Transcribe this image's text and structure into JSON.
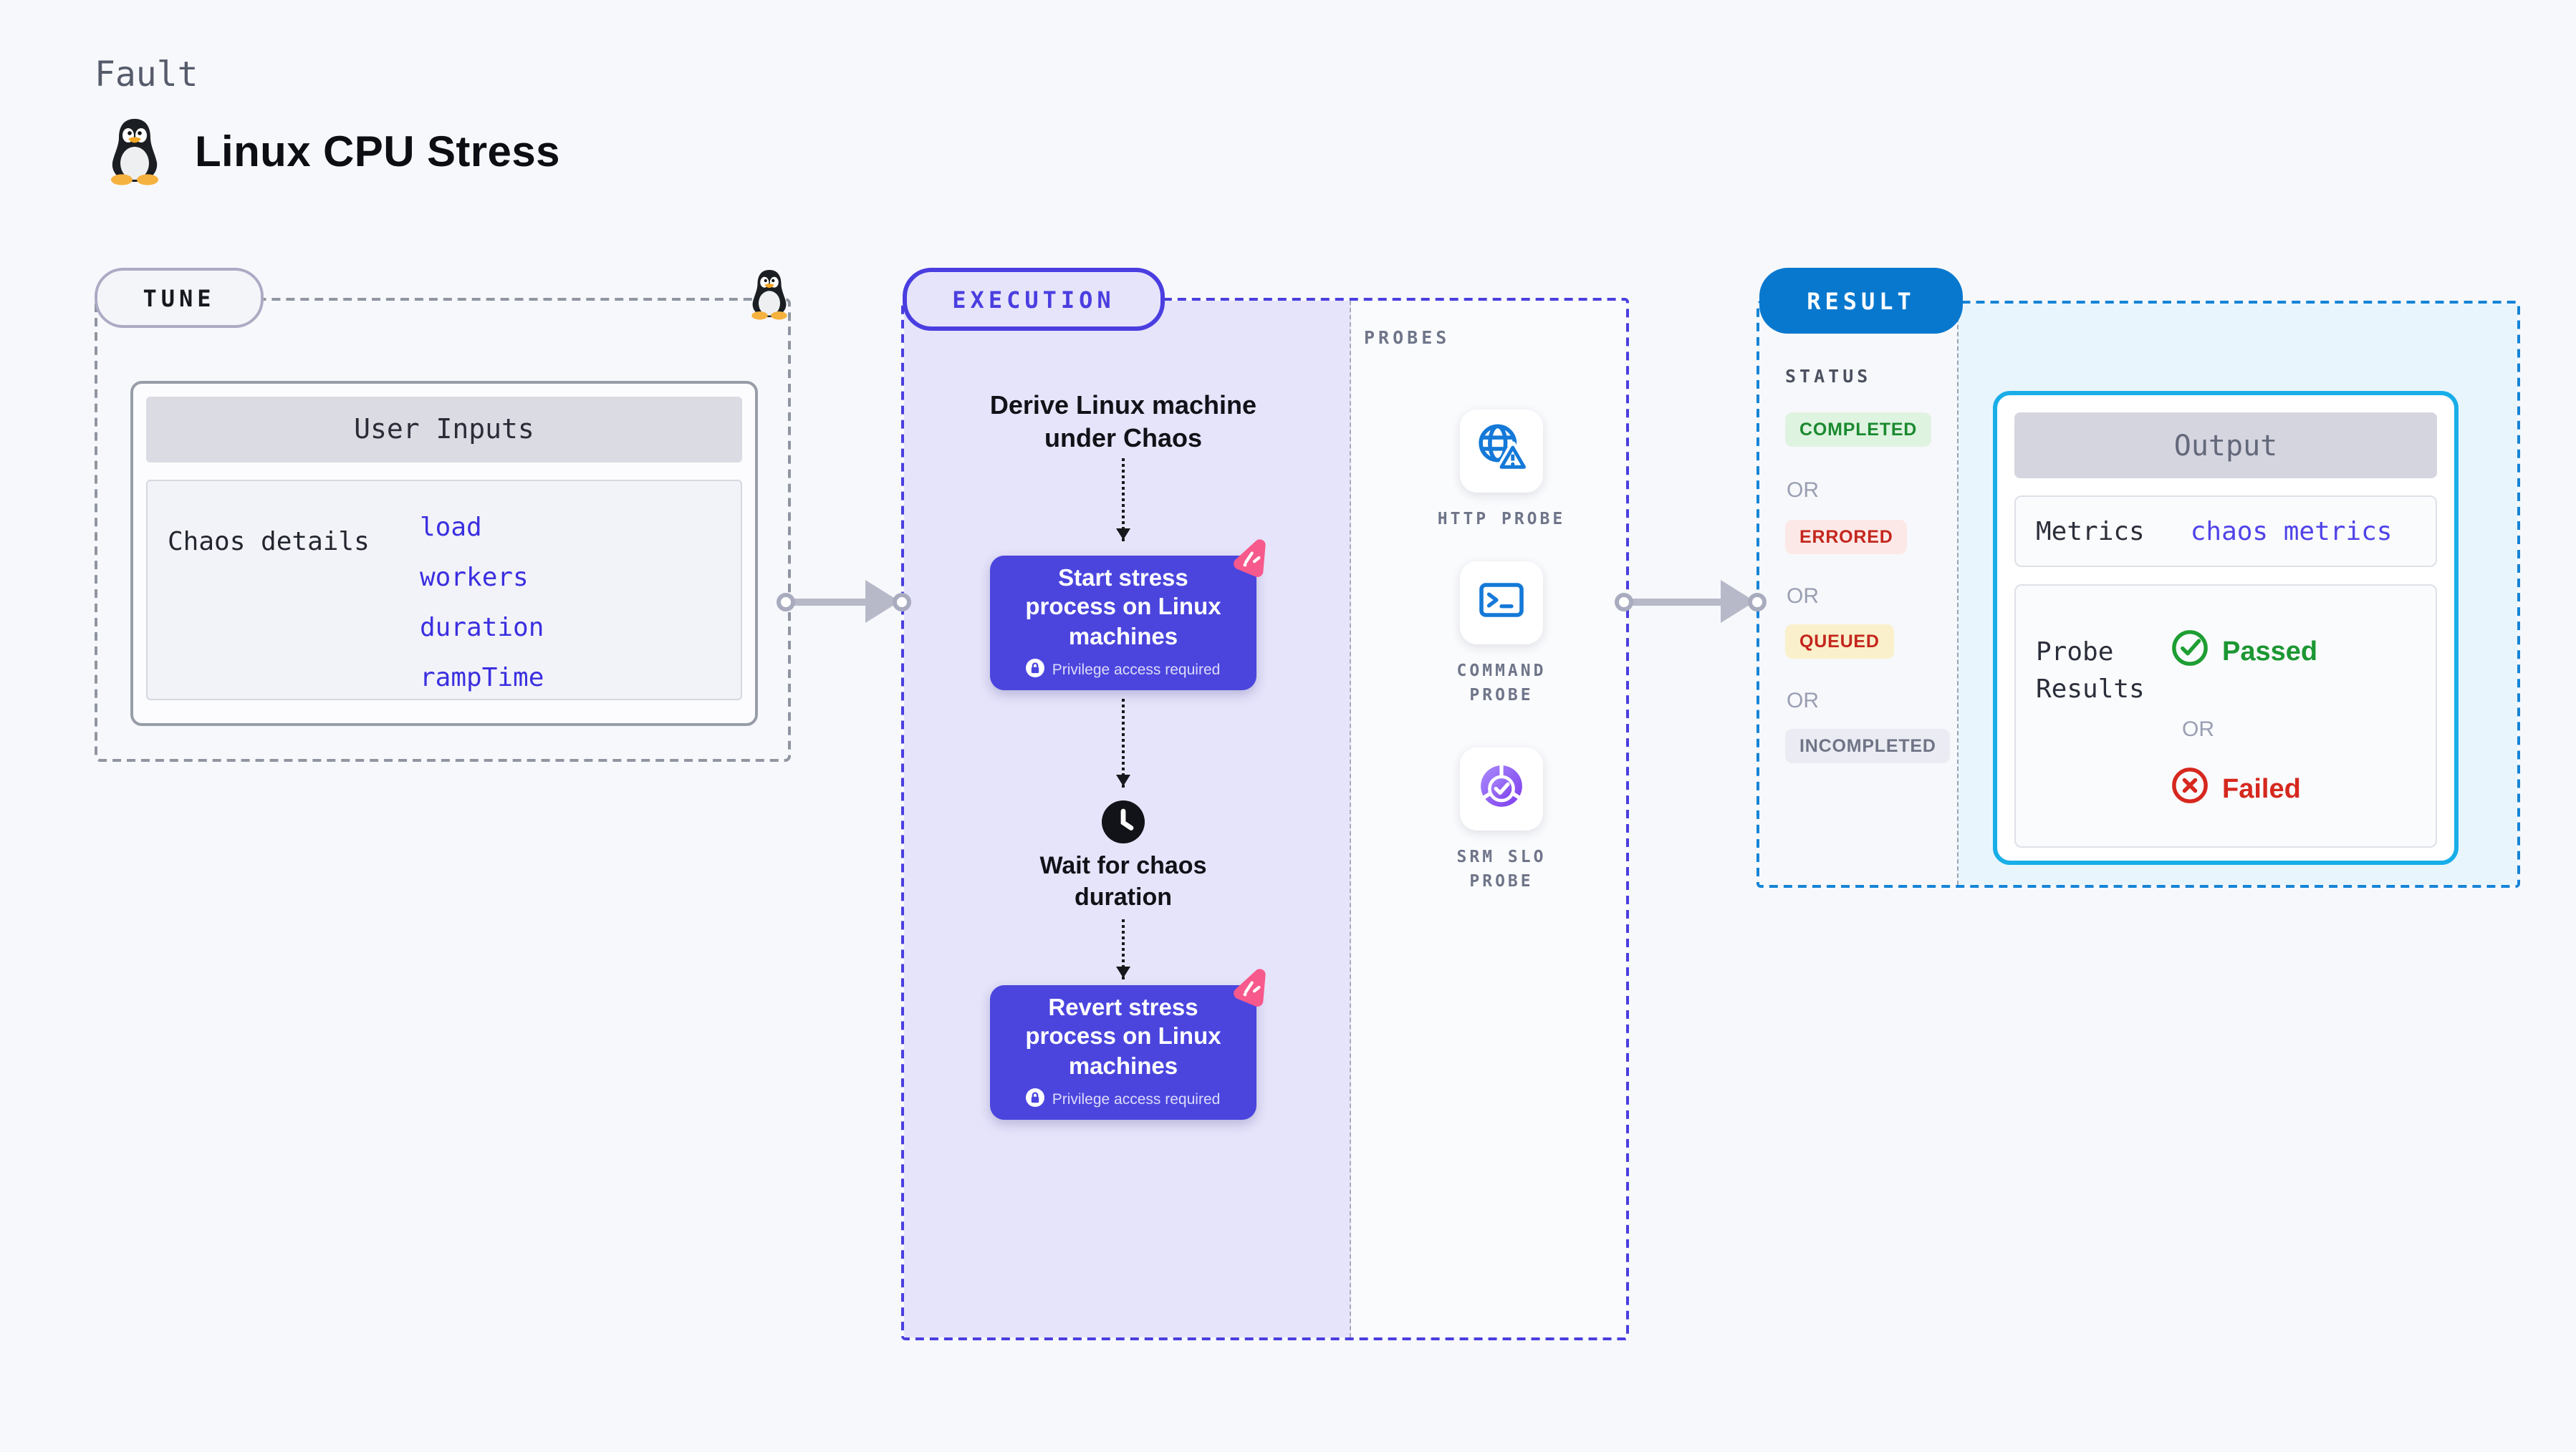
{
  "header": {
    "kicker": "Fault",
    "title": "Linux CPU Stress"
  },
  "tune": {
    "label": "TUNE",
    "card_title": "User Inputs",
    "row_label": "Chaos details",
    "params": [
      "load",
      "workers",
      "duration",
      "rampTime"
    ]
  },
  "execution": {
    "label": "EXECUTION",
    "derive_title": "Derive Linux machine\nunder Chaos",
    "wait_title": "Wait for chaos\nduration",
    "steps": [
      {
        "title": "Start stress\nprocess on Linux\nmachines",
        "privilege": "Privilege access required"
      },
      {
        "title": "Revert stress\nprocess on Linux\nmachines",
        "privilege": "Privilege access required"
      }
    ]
  },
  "probes": {
    "title": "PROBES",
    "items": [
      {
        "label": "HTTP PROBE",
        "icon": "globe-warning-icon"
      },
      {
        "label": "COMMAND\nPROBE",
        "icon": "terminal-icon"
      },
      {
        "label": "SRM SLO\nPROBE",
        "icon": "slo-donut-check-icon"
      }
    ]
  },
  "result": {
    "label": "RESULT",
    "status_title": "STATUS",
    "or": "OR",
    "statuses": [
      {
        "label": "COMPLETED",
        "type": "success"
      },
      {
        "label": "ERRORED",
        "type": "error"
      },
      {
        "label": "QUEUED",
        "type": "warning"
      },
      {
        "label": "INCOMPLETED",
        "type": "neutral"
      }
    ],
    "output": {
      "title": "Output",
      "metrics_label": "Metrics",
      "metrics_value": "chaos metrics",
      "probe_results_label": "Probe\nResults",
      "passed": "Passed",
      "or": "OR",
      "failed": "Failed"
    }
  },
  "colors": {
    "accent_indigo": "#4B45DE",
    "accent_blue": "#0878CF",
    "accent_cyan": "#18AEE8",
    "litmus_pink": "#F7598C",
    "success_green": "#1A8A2F",
    "error_red": "#C4261D",
    "lavender_bg": "#E6E4FA",
    "cyan_bg": "#E9F5FC",
    "page_bg": "#F7F8FB"
  }
}
